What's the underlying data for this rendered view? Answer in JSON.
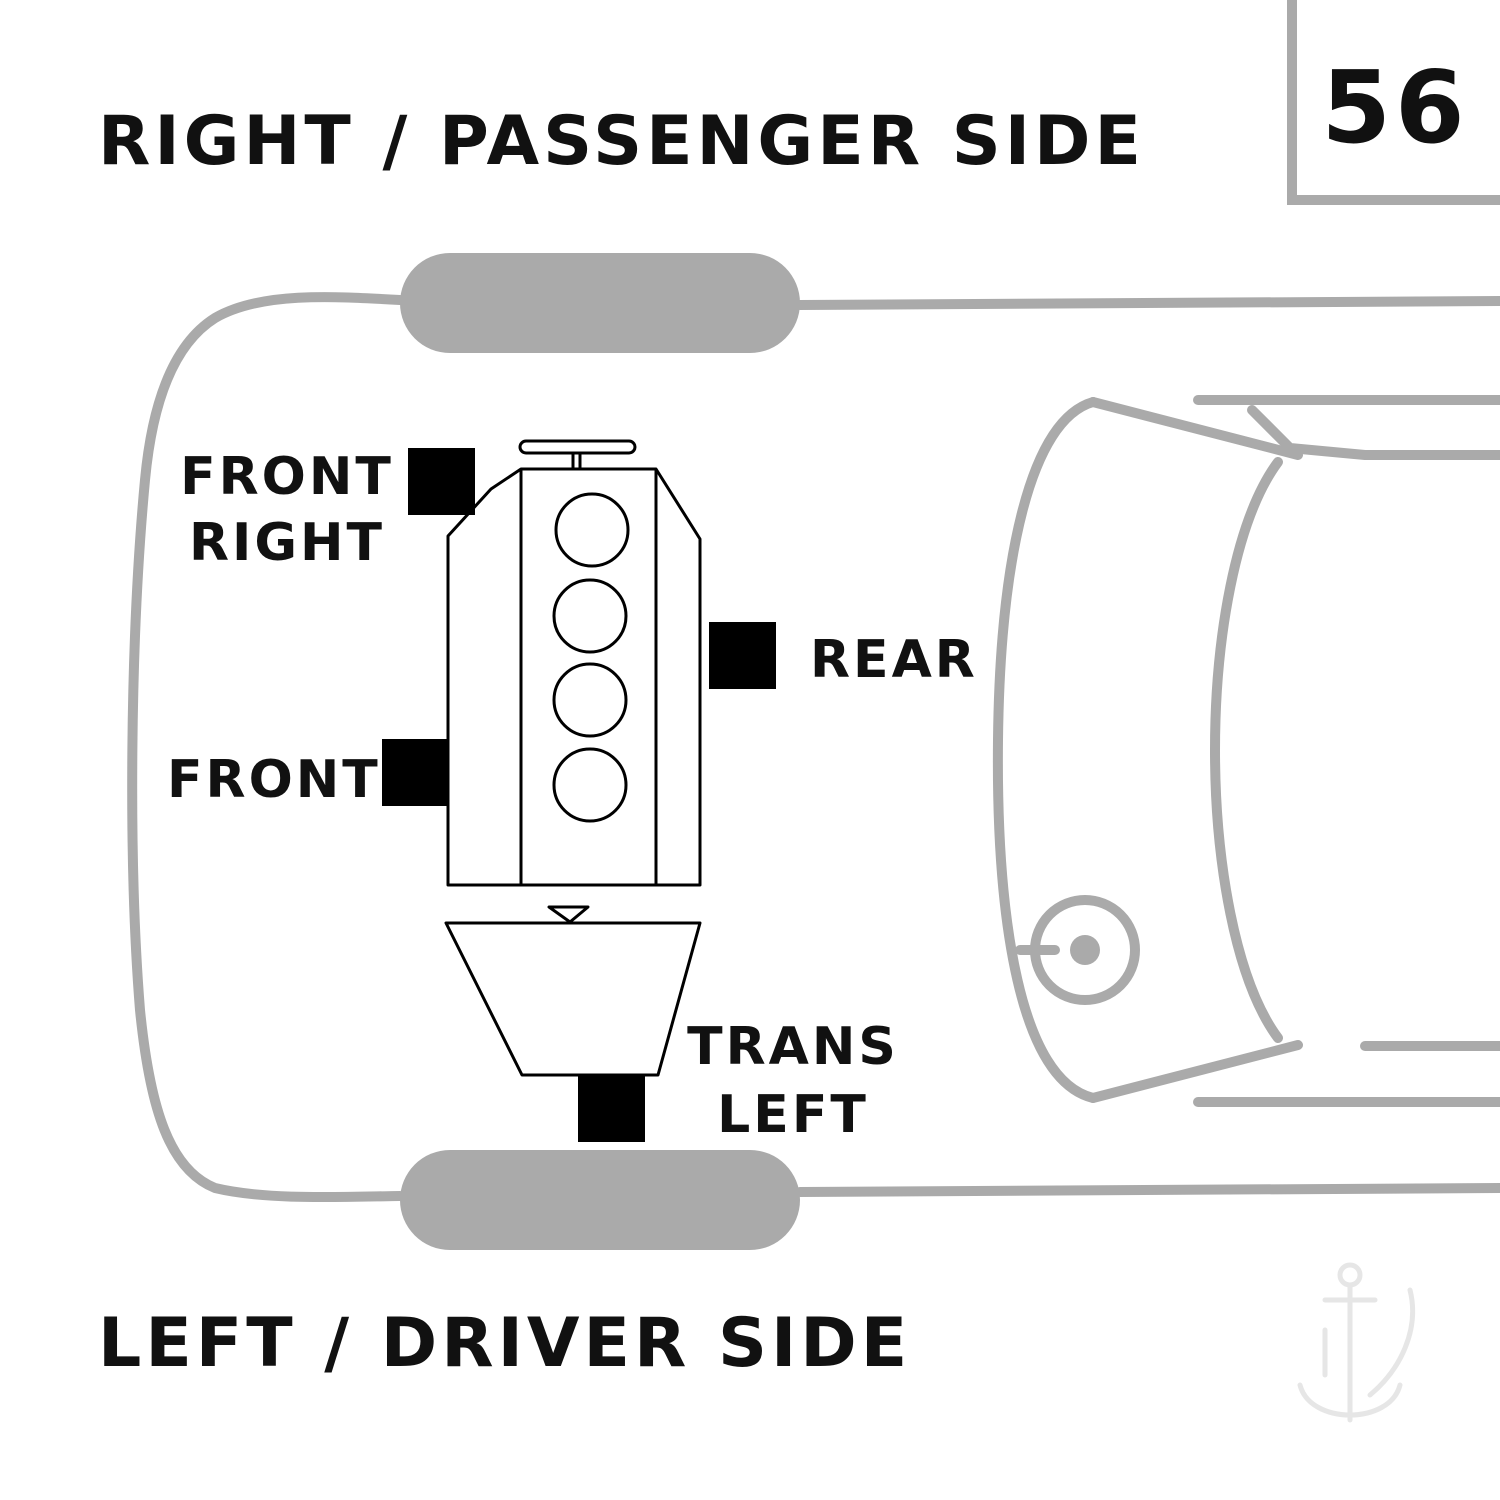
{
  "titles": {
    "right_side": "RIGHT / PASSENGER SIDE",
    "left_side": "LEFT / DRIVER SIDE"
  },
  "diagram_number": "56",
  "mounts": {
    "front_right": {
      "line1": "FRONT",
      "line2": "RIGHT"
    },
    "front": "FRONT",
    "rear": "REAR",
    "trans_left": {
      "line1": "TRANS",
      "line2": "LEFT"
    }
  },
  "colors": {
    "outline_gray": "#aaaaaa",
    "mount_black": "#000000",
    "engine_line": "#000000",
    "text": "#111111"
  },
  "icons": {
    "watermark": "anchor-logo-icon"
  }
}
